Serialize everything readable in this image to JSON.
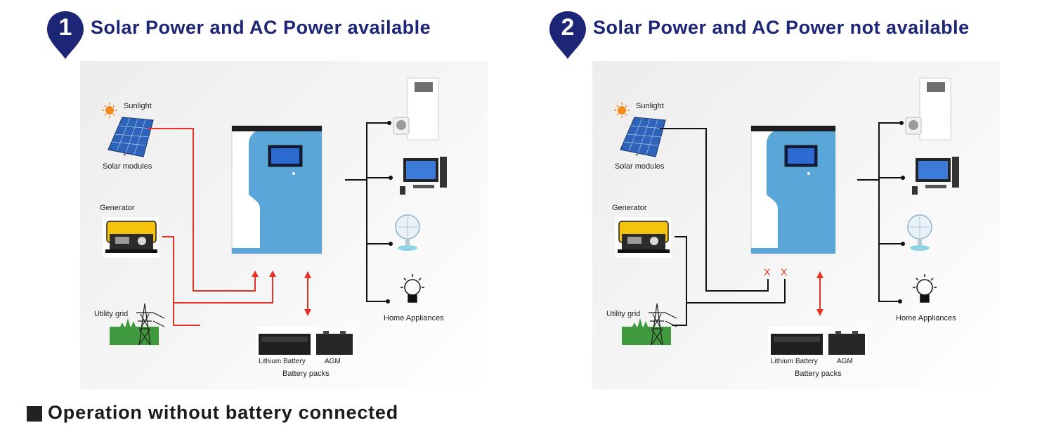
{
  "panels": [
    {
      "number": "1",
      "title": "Solar Power and AC Power available",
      "labels": {
        "sunlight": "Sunlight",
        "solar_modules": "Solar modules",
        "generator": "Generator",
        "utility_grid": "Utility grid",
        "lithium_battery": "Lithium Battery",
        "agm": "AGM",
        "battery_packs": "Battery packs",
        "home_appliances": "Home Appliances",
        "polarity_minus": "-",
        "polarity_plus": "+"
      },
      "wire_color": "#e53226",
      "ac_disconnected": false
    },
    {
      "number": "2",
      "title": "Solar Power and AC Power not available",
      "labels": {
        "sunlight": "Sunlight",
        "solar_modules": "Solar modules",
        "generator": "Generator",
        "utility_grid": "Utility grid",
        "lithium_battery": "Lithium Battery",
        "agm": "AGM",
        "battery_packs": "Battery packs",
        "home_appliances": "Home Appliances",
        "polarity_minus": "-",
        "polarity_plus": "+",
        "cross_a": "X",
        "cross_b": "X"
      },
      "wire_color": "#111111",
      "ac_disconnected": true
    }
  ],
  "footer": {
    "text": "Operation without battery connected"
  },
  "colors": {
    "title_navy": "#1d2676",
    "inverter_blue": "#5aa6d8",
    "arrow_red": "#e53226",
    "wire_black": "#111111"
  },
  "icons": [
    "location-pin-icon",
    "sun-icon",
    "solar-panel-icon",
    "generator-icon",
    "power-tower-icon",
    "inverter-icon",
    "air-conditioner-icon",
    "computer-icon",
    "fan-icon",
    "light-bulb-icon",
    "battery-icon"
  ]
}
